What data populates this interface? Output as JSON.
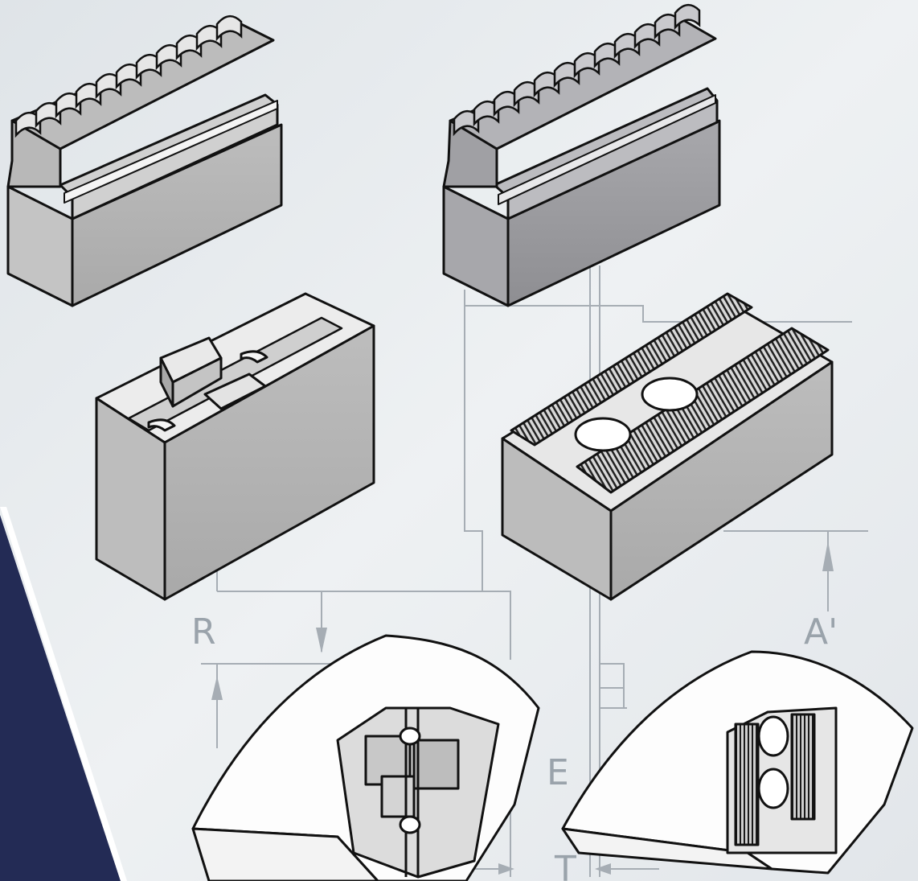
{
  "dimension_labels": {
    "r": "R",
    "a_prime": "A'",
    "e": "E",
    "t": "T"
  },
  "colors": {
    "background": "#e6eaee",
    "navy_band": "#232b55",
    "part_light": "#c2c2c2",
    "part_dark": "#8d8d8d",
    "outline": "#111111",
    "blueprint_line": "#a6adb4"
  }
}
